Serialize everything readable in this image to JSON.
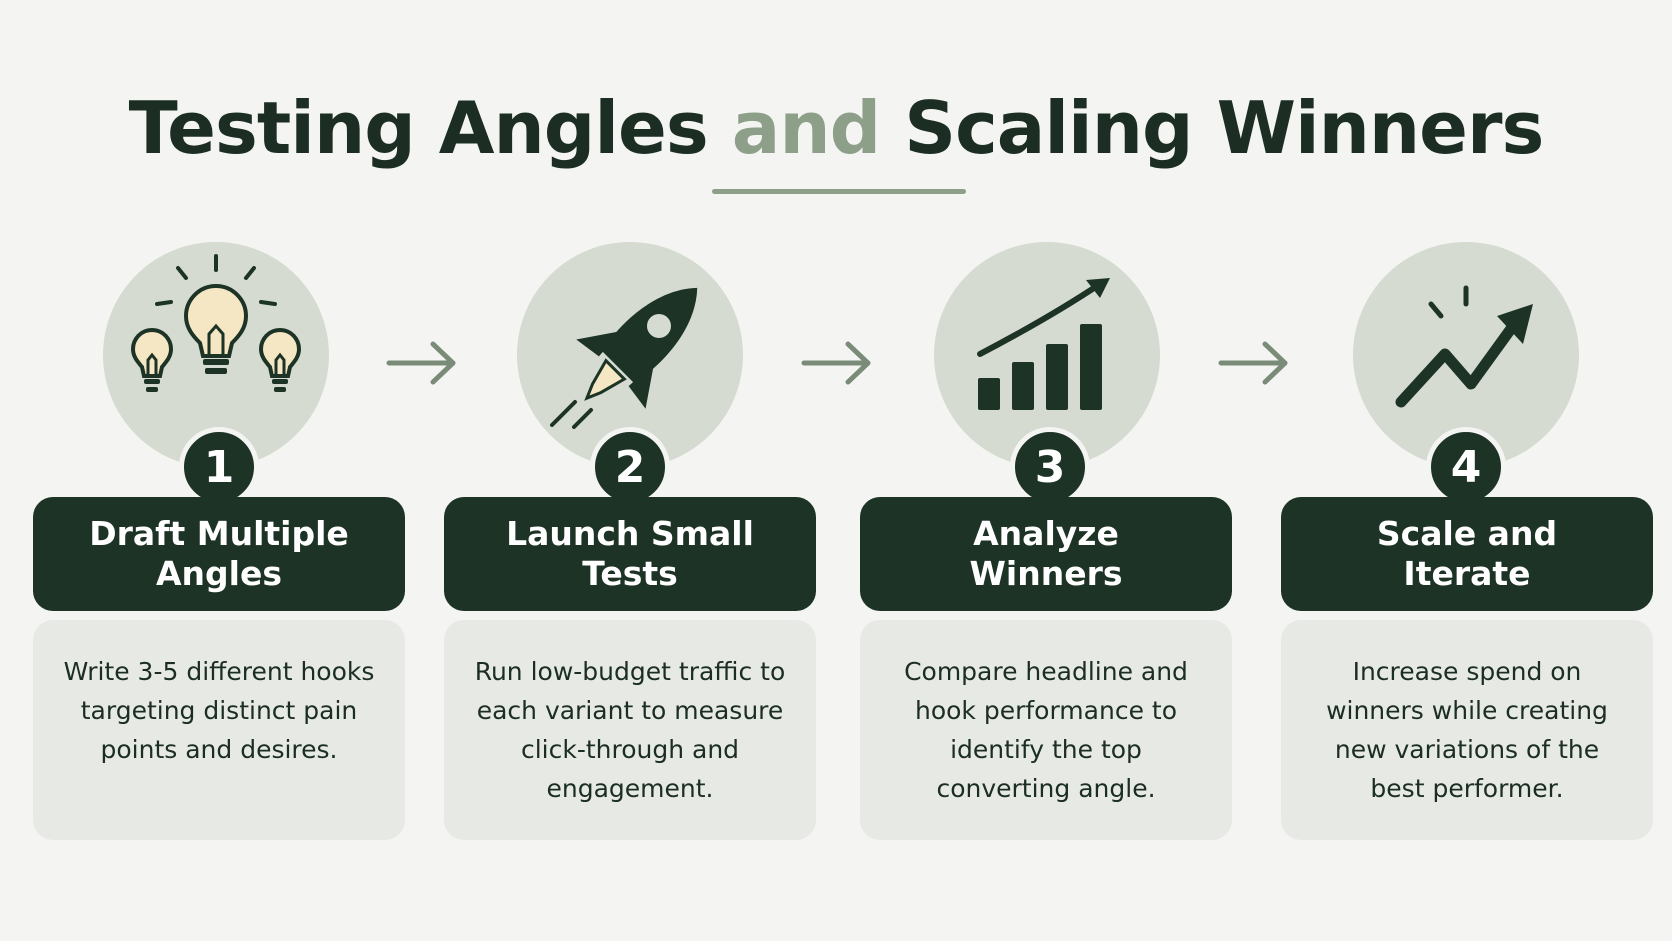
{
  "title": {
    "part1": "Testing Angles ",
    "accent": "and",
    "part2": " Scaling Winners"
  },
  "colors": {
    "dark_green": "#1c3326",
    "sage": "#8d9e89",
    "circle_fill": "#d5dbd0",
    "card_fill": "#e6e9e4",
    "bulb_fill": "#f5e6c4",
    "background": "#f4f5f3"
  },
  "steps": [
    {
      "number": "1",
      "icon": "lightbulbs-icon",
      "heading": "Draft Multiple Angles",
      "description": "Write 3-5 different hooks targeting distinct pain points and desires."
    },
    {
      "number": "2",
      "icon": "rocket-icon",
      "heading": "Launch Small Tests",
      "description": "Run low-budget traffic to each variant to measure click-through and engagement."
    },
    {
      "number": "3",
      "icon": "bar-chart-growth-icon",
      "heading": "Analyze Winners",
      "description": "Compare headline and hook performance to identify the top converting angle."
    },
    {
      "number": "4",
      "icon": "trend-up-arrow-icon",
      "heading": "Scale and Iterate",
      "description": "Increase spend on winners while creating new variations of the best performer."
    }
  ],
  "connectors": [
    "arrow-right-icon",
    "arrow-right-icon",
    "arrow-right-icon"
  ]
}
